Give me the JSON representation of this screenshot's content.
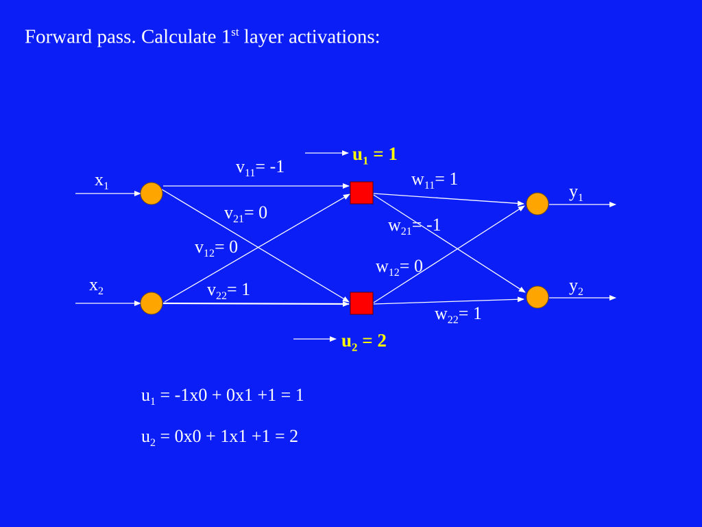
{
  "title": {
    "main": "Forward pass. Calculate 1",
    "sup": "st",
    "rest": " layer activations:"
  },
  "inputs": [
    {
      "base": "x",
      "sub": "1"
    },
    {
      "base": "x",
      "sub": "2"
    }
  ],
  "outputs": [
    {
      "base": "y",
      "sub": "1"
    },
    {
      "base": "y",
      "sub": "2"
    }
  ],
  "v_weights": [
    {
      "base": "v",
      "sub": "11",
      "val": "= -1"
    },
    {
      "base": "v",
      "sub": "21",
      "val": "= 0"
    },
    {
      "base": "v",
      "sub": "12",
      "val": "= 0"
    },
    {
      "base": "v",
      "sub": "22",
      "val": "= 1"
    }
  ],
  "w_weights": [
    {
      "base": "w",
      "sub": "11",
      "val": "= 1"
    },
    {
      "base": "w",
      "sub": "21",
      "val": "= -1"
    },
    {
      "base": "w",
      "sub": "12",
      "val": "= 0"
    },
    {
      "base": "w",
      "sub": "22",
      "val": "= 1"
    }
  ],
  "hidden_outputs": [
    {
      "base": "u",
      "sub": "1",
      "val": " = 1"
    },
    {
      "base": "u",
      "sub": "2",
      "val": " = 2"
    }
  ],
  "equations": [
    {
      "base": "u",
      "sub": "1",
      "rest": " = -1x0 + 0x1 +1 = 1"
    },
    {
      "base": "u",
      "sub": "2",
      "rest": " = 0x0 + 1x1 +1 = 2"
    }
  ],
  "colors": {
    "background": "#0a1ef5",
    "input_output_node": "#ffa500",
    "hidden_node": "#ff0000",
    "highlight_text": "#ffff00",
    "edge": "#ffffff"
  }
}
